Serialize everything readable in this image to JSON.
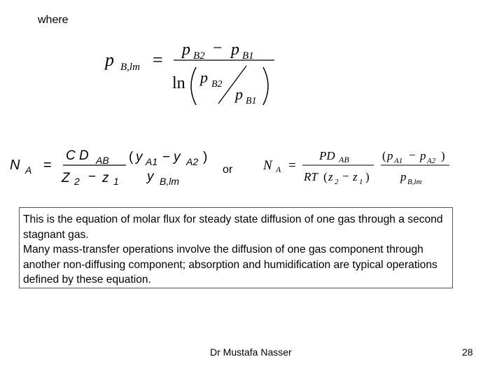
{
  "heading": {
    "where": "where",
    "or": "or"
  },
  "formulas": {
    "log_mean": {
      "lhs_p": "p",
      "lhs_sub": "B,lm",
      "eq": "=",
      "num_a": "p",
      "num_a_sub": "B2",
      "minus": "−",
      "num_b": "p",
      "num_b_sub": "B1",
      "ln": "ln",
      "frac_top": "p",
      "frac_top_sub": "B2",
      "frac_bot": "p",
      "frac_bot_sub": "B1"
    },
    "flux_concentration": {
      "N": "N",
      "N_sub": "A",
      "eq": "=",
      "CD": "C D",
      "CD_sub": "AB",
      "Z2": "Z",
      "Z2_sub": "2",
      "minus": "−",
      "z1": "z",
      "z1_sub": "1",
      "paren_open": "(",
      "yA1": "y",
      "yA1_sub": "A1",
      "minus2": "−",
      "yA2": "y",
      "yA2_sub": "A2",
      "paren_close": ")",
      "yB": "y",
      "yB_sub": "B,lm"
    },
    "flux_pressure": {
      "N": "N",
      "N_sub": "A",
      "eq": "=",
      "PD": "PD",
      "PD_sub": "AB",
      "RT": "RT",
      "z2": "z",
      "z2_sub": "2",
      "minus": "−",
      "z1": "z",
      "z1_sub": "1",
      "pA1": "p",
      "pA1_sub": "A1",
      "minus2": "−",
      "pA2": "p",
      "pA2_sub": "A2",
      "pB": "p",
      "pB_sub": "B,lm"
    }
  },
  "description": {
    "line1": "This is the equation of molar flux for steady state diffusion of one gas through a second stagnant gas.",
    "line2": "Many mass-transfer operations involve the diffusion of one gas component through another non-diffusing component; absorption and humidification are typical operations defined by these equation."
  },
  "footer": {
    "author": "Dr Mustafa Nasser",
    "page_number": "28"
  }
}
